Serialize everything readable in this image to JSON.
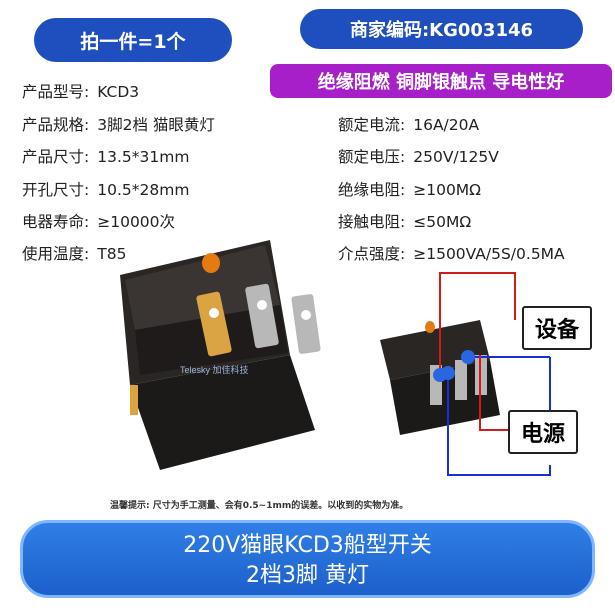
{
  "header": {
    "quantity": "拍一件=1个",
    "merchant_code": "商家编码:KG003146",
    "features": "绝缘阻燃 铜脚银触点 导电性好"
  },
  "specs_left": [
    {
      "key": "产品型号:",
      "value": "KCD3"
    },
    {
      "key": "产品规格:",
      "value": "3脚2档 猫眼黄灯"
    },
    {
      "key": "产品尺寸:",
      "value": "13.5*31mm"
    },
    {
      "key": "开孔尺寸:",
      "value": "10.5*28mm"
    },
    {
      "key": "电器寿命:",
      "value": "≥10000次"
    },
    {
      "key": "使用温度:",
      "value": "T85"
    }
  ],
  "specs_right": [
    {
      "key": "额定电流:",
      "value": "16A/20A"
    },
    {
      "key": "额定电压:",
      "value": "250V/125V"
    },
    {
      "key": "绝缘电阻:",
      "value": "≥100MΩ"
    },
    {
      "key": "接触电阻:",
      "value": "≤50MΩ"
    },
    {
      "key": "介点强度:",
      "value": "≥1500VA/5S/0.5MA"
    }
  ],
  "diagram": {
    "device_label": "设备",
    "power_label": "电源"
  },
  "watermark": "Telesky 加佳科技",
  "note": "温馨提示: 尺寸为手工测量、会有0.5~1mm的误差。以收到的实物为准。",
  "banner": {
    "line1": "220V猫眼KCD3船型开关",
    "line2": "2档3脚 黄灯"
  },
  "colors": {
    "blue_pill": "#1f4fbf",
    "purple_pill": "#a71fc9",
    "banner": "#2f7fe6",
    "wire_red": "#d11a1a",
    "wire_blue": "#1a2fd1",
    "lamp": "#e57a12"
  }
}
